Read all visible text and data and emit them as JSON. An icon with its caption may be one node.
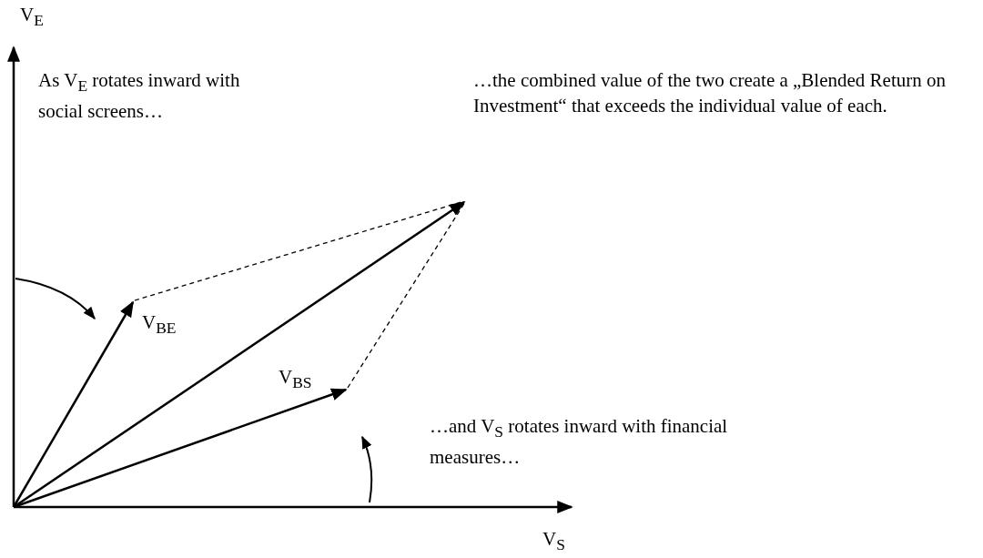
{
  "diagram": {
    "labels": [
      "V$_{E}$",
      "As V$_{E}$ rotates inward with social screens…",
      "…the combined value of the two create a „Blended Return on Investment“ that exceeds the individual value of each.",
      "V$_{BE}$",
      "V$_{BS}$",
      "…and V$_{S}$ rotates inward with financial measures…",
      "V$_{S}$"
    ]
  }
}
